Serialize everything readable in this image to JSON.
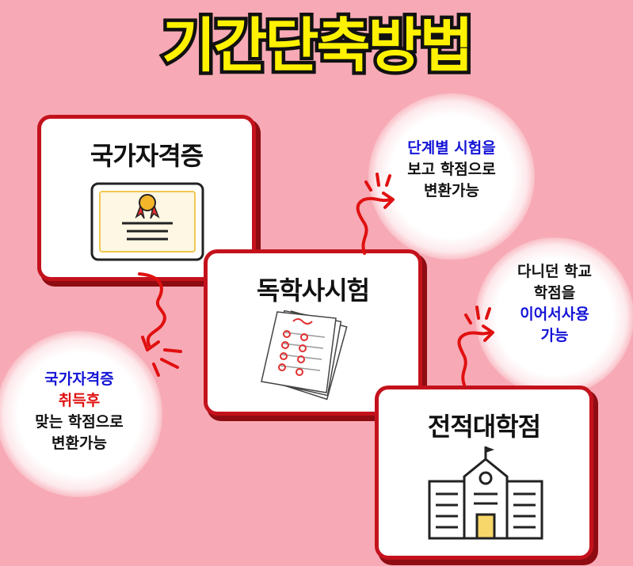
{
  "title": "기간단축방법",
  "cards": {
    "certificate": {
      "label": "국가자격증"
    },
    "bachelor_exam": {
      "label": "독학사시험"
    },
    "transfer": {
      "label": "전적대학점"
    }
  },
  "bubbles": {
    "certificate": {
      "line1": "국가자격증",
      "line2": "취득후",
      "line3": "맞는 학점으로",
      "line4": "변환가능"
    },
    "bachelor_exam": {
      "line1": "단계별 시험을",
      "line2": "보고 학점으로",
      "line3": "변환가능"
    },
    "transfer": {
      "line1": "다니던 학교",
      "line2": "학점을",
      "line3": "이어서사용",
      "line4": "가능"
    }
  },
  "colors": {
    "accent_red": "#c4121c",
    "title_yellow": "#fff200",
    "highlight_blue": "#1414d8",
    "background": "#f7aab5"
  },
  "icons": [
    "certificate-icon",
    "exam-papers-icon",
    "school-building-icon",
    "arrow-icon"
  ]
}
